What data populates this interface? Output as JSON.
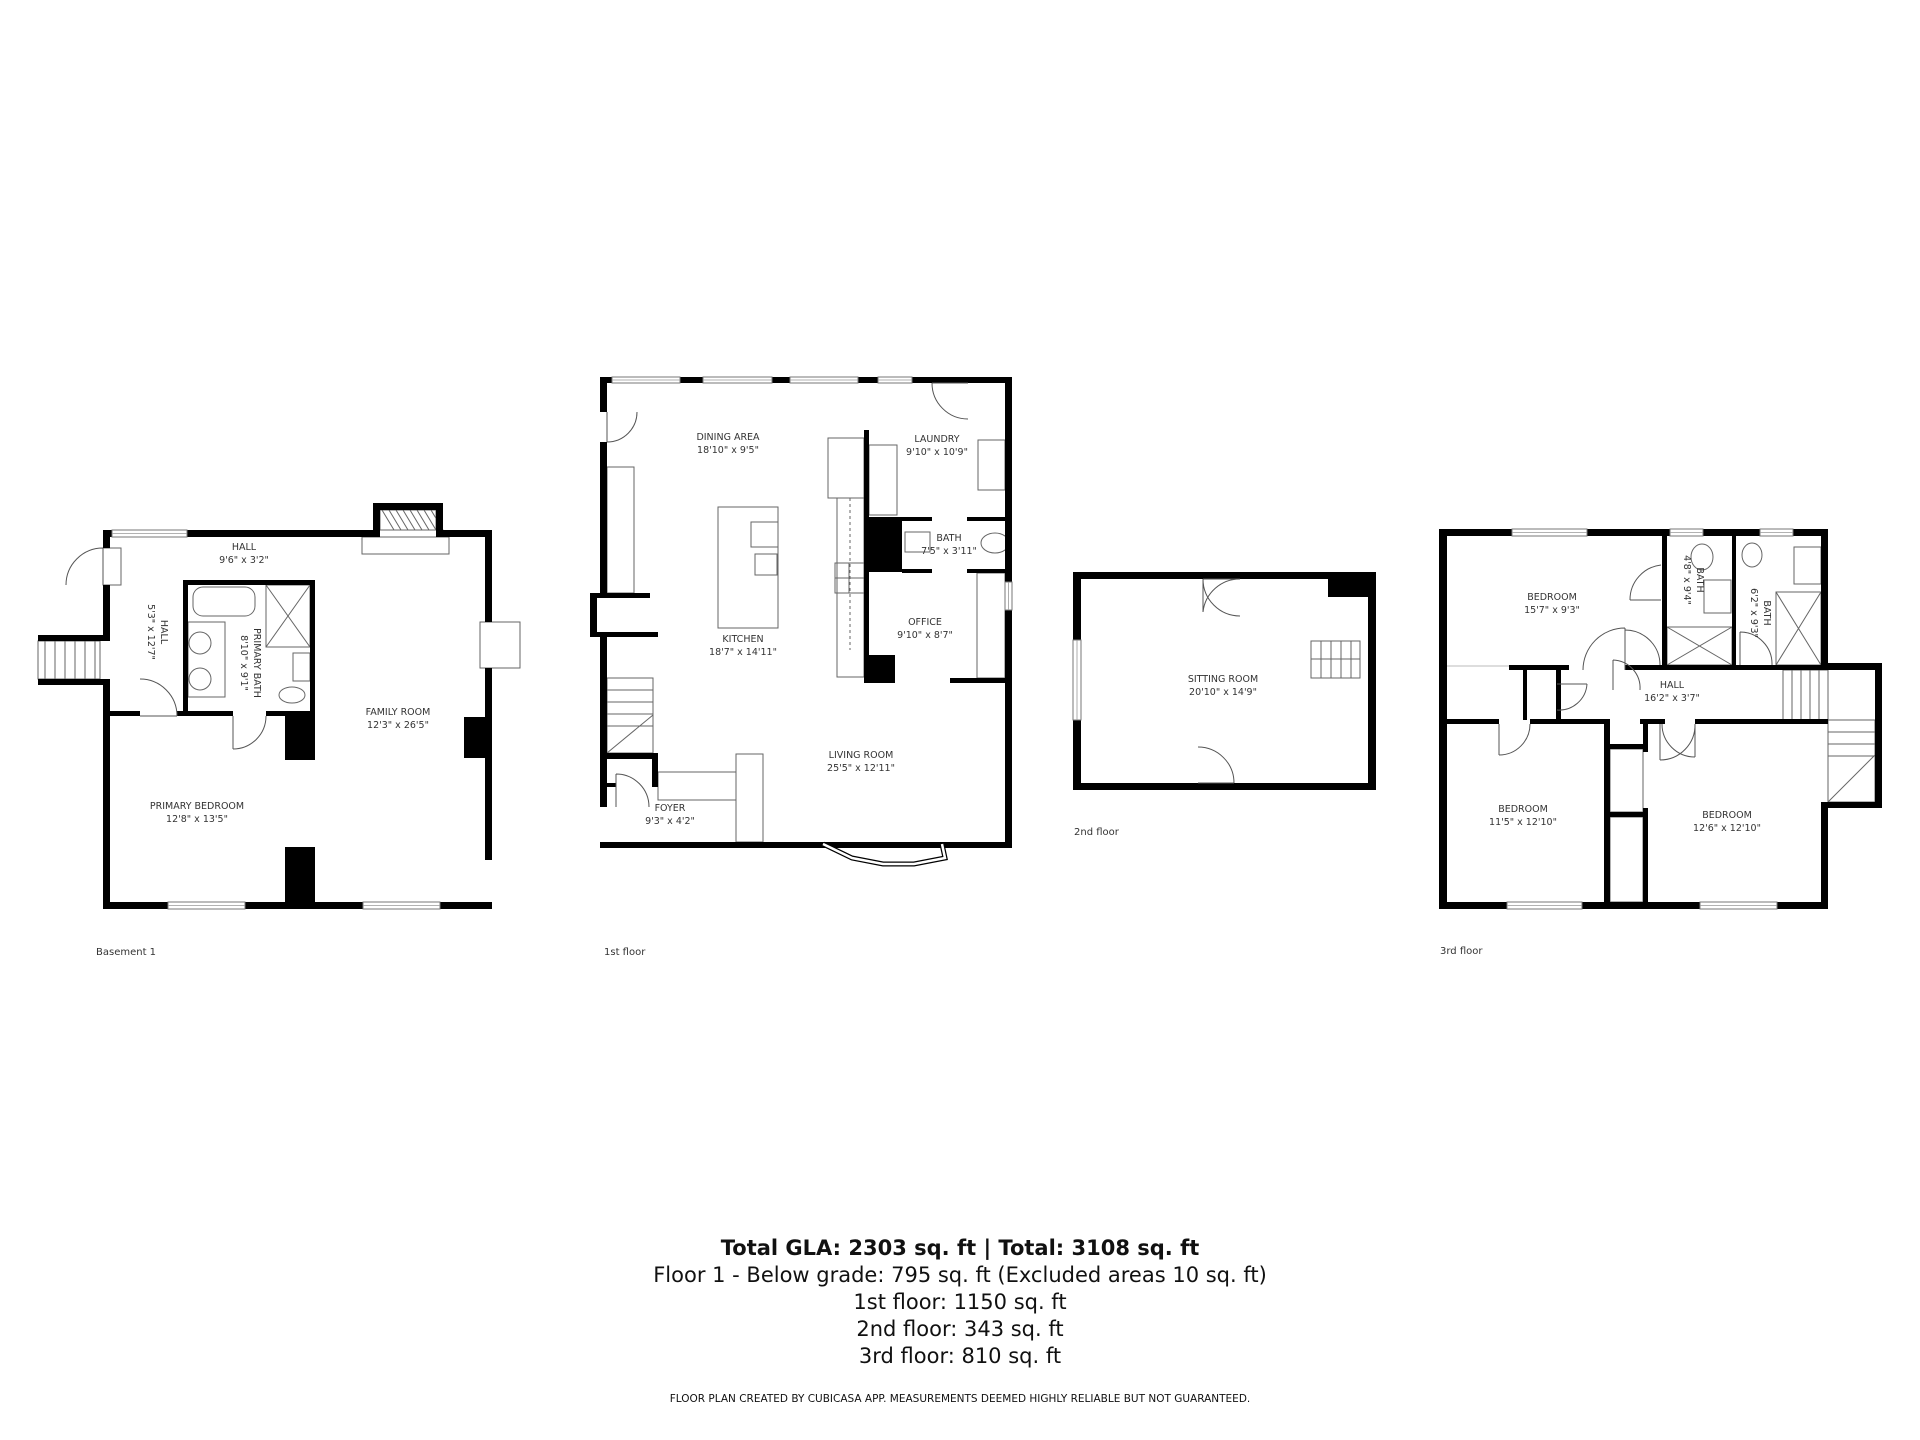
{
  "floors": {
    "basement": {
      "label": "Basement 1",
      "rooms": [
        {
          "name": "HALL",
          "dims": "9'6\" x 3'2\""
        },
        {
          "name": "HALL",
          "dims": "5'3\" x 12'7\""
        },
        {
          "name": "PRIMARY BATH",
          "dims": "8'10\" x 9'1\""
        },
        {
          "name": "FAMILY ROOM",
          "dims": "12'3\" x 26'5\""
        },
        {
          "name": "PRIMARY BEDROOM",
          "dims": "12'8\" x 13'5\""
        }
      ]
    },
    "first": {
      "label": "1st floor",
      "rooms": [
        {
          "name": "DINING AREA",
          "dims": "18'10\" x 9'5\""
        },
        {
          "name": "LAUNDRY",
          "dims": "9'10\" x 10'9\""
        },
        {
          "name": "BATH",
          "dims": "7'5\" x 3'11\""
        },
        {
          "name": "OFFICE",
          "dims": "9'10\" x 8'7\""
        },
        {
          "name": "KITCHEN",
          "dims": "18'7\" x 14'11\""
        },
        {
          "name": "LIVING ROOM",
          "dims": "25'5\" x 12'11\""
        },
        {
          "name": "FOYER",
          "dims": "9'3\" x 4'2\""
        }
      ]
    },
    "second": {
      "label": "2nd floor",
      "rooms": [
        {
          "name": "SITTING ROOM",
          "dims": "20'10\" x 14'9\""
        }
      ]
    },
    "third": {
      "label": "3rd floor",
      "rooms": [
        {
          "name": "BEDROOM",
          "dims": "15'7\" x 9'3\""
        },
        {
          "name": "BATH",
          "dims": "4'8\" x 9'4\""
        },
        {
          "name": "BATH",
          "dims": "6'2\" x 9'3\""
        },
        {
          "name": "HALL",
          "dims": "16'2\" x 3'7\""
        },
        {
          "name": "BEDROOM",
          "dims": "11'5\" x 12'10\""
        },
        {
          "name": "BEDROOM",
          "dims": "12'6\" x 12'10\""
        }
      ]
    }
  },
  "summary": {
    "total": "Total GLA: 2303 sq. ft | Total: 3108 sq. ft",
    "below_grade": "Floor 1 - Below grade: 795 sq. ft (Excluded areas 10 sq. ft)",
    "first": "1st floor: 1150 sq. ft",
    "second": "2nd floor: 343 sq. ft",
    "third": "3rd floor: 810 sq. ft"
  },
  "disclaimer": "FLOOR PLAN CREATED BY CUBICASA APP. MEASUREMENTS DEEMED HIGHLY RELIABLE BUT NOT GUARANTEED.",
  "colors": {
    "wall": "#000000",
    "fixture": "#666666",
    "text": "#333333"
  }
}
